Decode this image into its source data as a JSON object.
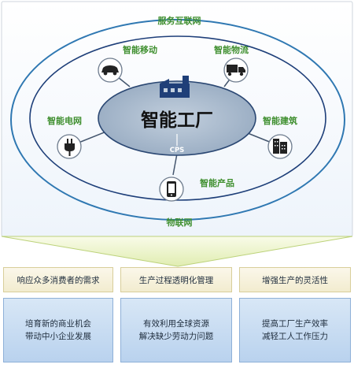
{
  "diagram": {
    "outer_label_top": "服务互联网",
    "outer_label_bottom": "物联网",
    "center_title": "智能工厂",
    "cps_label": "CPS",
    "nodes": [
      {
        "label": "智能移动",
        "icon": "car-icon"
      },
      {
        "label": "智能物流",
        "icon": "truck-icon"
      },
      {
        "label": "智能电网",
        "icon": "power-plug-icon"
      },
      {
        "label": "智能建筑",
        "icon": "building-icon"
      },
      {
        "label": "智能产品",
        "icon": "smartphone-icon"
      }
    ]
  },
  "benefits": [
    {
      "header": "响应众多消费者的需求",
      "lines": [
        "培育新的商业机会",
        "带动中小企业发展"
      ]
    },
    {
      "header": "生产过程透明化管理",
      "lines": [
        "有效利用全球资源",
        "解决缺少劳动力问题"
      ]
    },
    {
      "header": "增强生产的灵活性",
      "lines": [
        "提高工厂生产效率",
        "减轻工人工作压力"
      ]
    }
  ],
  "colors": {
    "accent_green": "#3f8f2f",
    "frame_blue": "#1f3f78",
    "ellipse_fill": "#a9b9cc",
    "header_fill": "#f5f0d8",
    "body_fill": "#c6dbf1"
  }
}
